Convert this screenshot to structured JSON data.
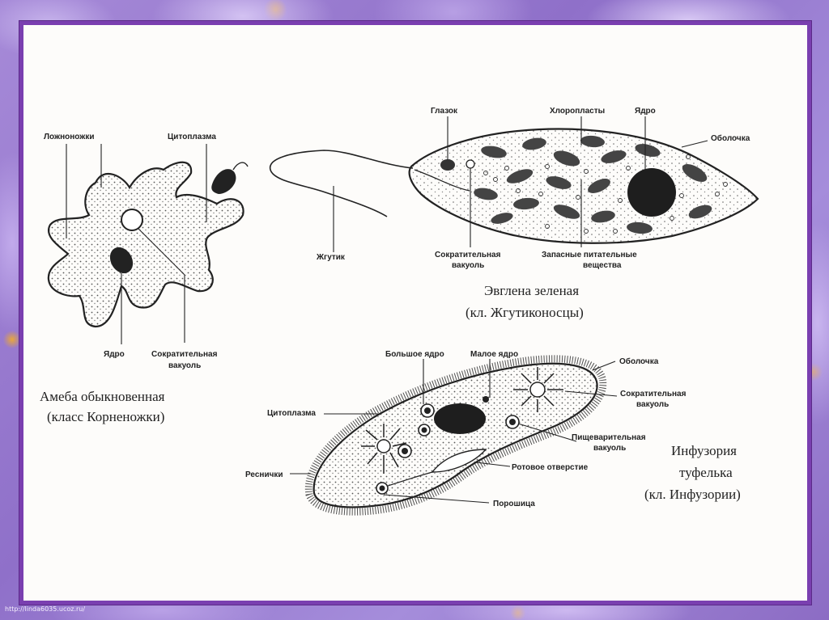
{
  "amoeba": {
    "labels": {
      "pseudopods": "Ложноножки",
      "cytoplasm": "Цитоплазма",
      "nucleus": "Ядро",
      "contractile_vacuole_1": "Сократительная",
      "contractile_vacuole_2": "вакуоль"
    },
    "caption_1": "Амеба обыкновенная",
    "caption_2": "(класс Корненожки)"
  },
  "euglena": {
    "labels": {
      "eyespot": "Глазок",
      "chloroplasts": "Хлоропласты",
      "nucleus": "Ядро",
      "membrane": "Оболочка",
      "flagellum": "Жгутик",
      "contractile_vacuole_1": "Сократительная",
      "contractile_vacuole_2": "вакуоль",
      "reserve_1": "Запасные питательные",
      "reserve_2": "вещества"
    },
    "caption_1": "Эвглена зеленая",
    "caption_2": "(кл. Жгутиконосцы)"
  },
  "paramecium": {
    "labels": {
      "macronucleus": "Большое ядро",
      "micronucleus": "Малое ядро",
      "membrane": "Оболочка",
      "contractile_vacuole_1": "Сократительная",
      "contractile_vacuole_2": "вакуоль",
      "cytoplasm": "Цитоплазма",
      "digestive_vacuole_1": "Пищеварительная",
      "digestive_vacuole_2": "вакуоль",
      "cilia": "Реснички",
      "mouth": "Ротовое отверстие",
      "anal_pore": "Порошица"
    },
    "caption_1": "Инфузория",
    "caption_2": "туфелька",
    "caption_3": "(кл. Инфузории)"
  },
  "footer": "http://linda6035.ucoz.ru/",
  "colors": {
    "frame_border": "#7a3fb0",
    "page": "#fdfcfa",
    "ink": "#222222"
  }
}
